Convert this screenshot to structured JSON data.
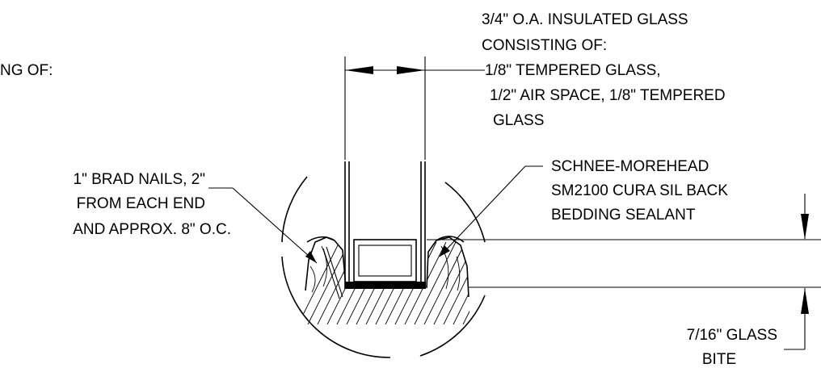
{
  "notes": {
    "glass": {
      "line1": "3/4\" O.A. INSULATED GLASS",
      "line2": "CONSISTING OF:",
      "line3": "1/8\" TEMPERED GLASS,",
      "line4": "1/2\" AIR SPACE, 1/8\" TEMPERED",
      "line5": "GLASS"
    },
    "truncated_left": "NG OF:",
    "nails": {
      "line1": "1\" BRAD NAILS, 2\"",
      "line2": "FROM EACH END",
      "line3": "AND APPROX. 8\" O.C."
    },
    "sealant": {
      "line1": "SCHNEE-MOREHEAD",
      "line2": "SM2100 CURA SIL BACK",
      "line3": "BEDDING SEALANT"
    },
    "bite": {
      "line1": "7/16\" GLASS",
      "line2": "BITE"
    }
  }
}
